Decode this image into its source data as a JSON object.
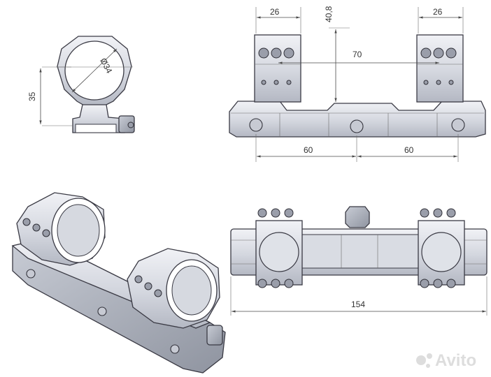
{
  "dimensions": {
    "front_ring_diameter": "Ø34",
    "front_height": "35",
    "top_ring_width_left": "26",
    "top_ring_width_right": "26",
    "top_height": "40,8",
    "ring_spacing": "70",
    "slot_spacing_left": "60",
    "slot_spacing_right": "60",
    "overall_length": "154"
  },
  "watermark": {
    "brand": "Avito"
  },
  "colors": {
    "metal_light": "#e9ebf0",
    "metal_mid": "#c9ccd5",
    "metal_dark": "#9ea2ad",
    "outline": "#3a3a44",
    "dimension_text": "#333333"
  }
}
